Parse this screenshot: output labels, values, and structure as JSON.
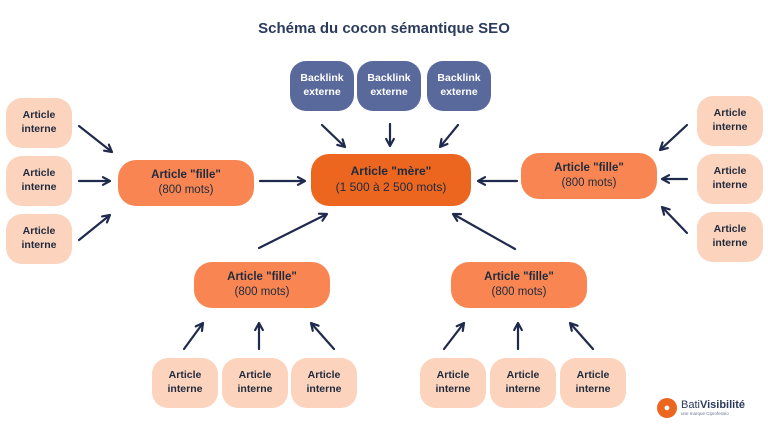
{
  "title": "Schéma du cocon sémantique SEO",
  "colors": {
    "arrow": "#1f2a4d",
    "mother": "#ec6620",
    "daughter": "#f98652",
    "internal": "#fcd3bc",
    "backlink": "#59699c"
  },
  "mother": {
    "line1": "Article \"mère\"",
    "line2": "(1 500 à 2 500 mots)"
  },
  "daughter": {
    "line1": "Article \"fille\"",
    "line2": "(800 mots)"
  },
  "internal": {
    "line1": "Article",
    "line2": "interne"
  },
  "backlink": {
    "line1": "Backlink",
    "line2": "externe"
  },
  "logo": {
    "brand_a": "Bati",
    "brand_b": "Visibilité",
    "tagline": "une marque Ciprofessio",
    "icon": "drop-icon"
  }
}
